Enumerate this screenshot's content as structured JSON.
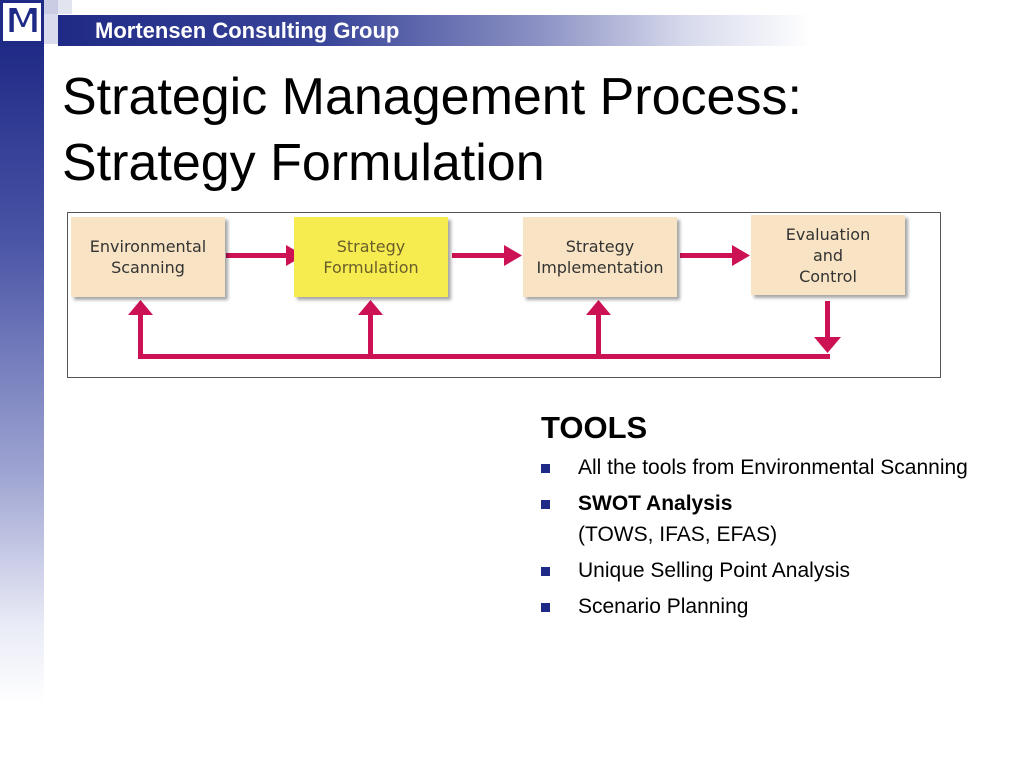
{
  "header": {
    "logo_letter": "M",
    "company": "Mortensen Consulting Group"
  },
  "title": {
    "line1": "Strategic Management Process:",
    "line2": "Strategy Formulation"
  },
  "diagram": {
    "boxes": [
      {
        "line1": "Environmental",
        "line2": "Scanning",
        "highlight": false
      },
      {
        "line1": "Strategy",
        "line2": "Formulation",
        "highlight": true
      },
      {
        "line1": "Strategy",
        "line2": "Implementation",
        "highlight": false
      },
      {
        "line1": "Evaluation",
        "line2": "and",
        "line3": "Control",
        "highlight": false
      }
    ],
    "colors": {
      "arrow": "#cc1155",
      "box_fill": "#f8e4c4",
      "highlight_fill": "#f6ec50"
    }
  },
  "tools": {
    "heading": "TOOLS",
    "items": [
      {
        "text": "All the tools from Environmental Scanning"
      },
      {
        "bold": "SWOT Analysis",
        "text": "(TOWS, IFAS, EFAS)"
      },
      {
        "text": "Unique Selling Point Analysis"
      },
      {
        "text": "Scenario Planning"
      }
    ]
  },
  "colors": {
    "brand": "#1f2a86",
    "bullet": "#1f2a86"
  }
}
